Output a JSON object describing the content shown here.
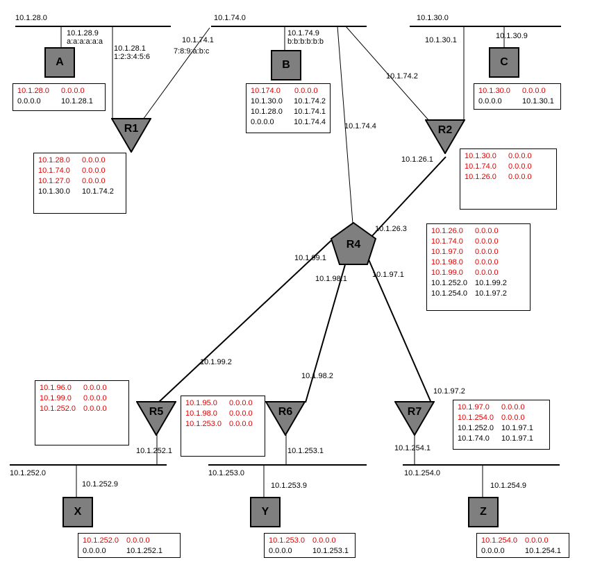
{
  "hosts": {
    "A": {
      "name": "A",
      "ip": "10.1.28.9",
      "mac": "a:a:a:a:a:a"
    },
    "B": {
      "name": "B",
      "ip": "10.1.74.9",
      "mac": "b:b:b:b:b:b"
    },
    "C": {
      "name": "C",
      "ip": "10.1.30.9"
    },
    "X": {
      "name": "X",
      "ip": "10.1.252.9"
    },
    "Y": {
      "name": "Y",
      "ip": "10.1.253.9"
    },
    "Z": {
      "name": "Z",
      "ip": "10.1.254.9"
    }
  },
  "routers": {
    "R1": {
      "name": "R1",
      "if_left": "10.1.28.1",
      "if_left_mac": "1:2:3:4:5:6",
      "if_right": "10.1.74.1",
      "if_right_mac": "7:8:9:a:b:c"
    },
    "R2": {
      "name": "R2",
      "if_top": "10.1.30.1",
      "if_b_net": "10.1.74.2",
      "if_down": "10.1.26.1"
    },
    "R4": {
      "name": "R4",
      "if_b_net": "10.1.74.4",
      "if_r2": "10.1.26.3",
      "if_r5": "10.1.99.1",
      "if_r6": "10.1.98.1",
      "if_r7": "10.1.97.1"
    },
    "R5": {
      "name": "R5",
      "if_up": "10.1.99.2",
      "if_down": "10.1.252.1"
    },
    "R6": {
      "name": "R6",
      "if_up": "10.1.98.2",
      "if_down": "10.1.253.1"
    },
    "R7": {
      "name": "R7",
      "if_up": "10.1.97.2",
      "if_down": "10.1.254.1"
    }
  },
  "networks": {
    "net28": "10.1.28.0",
    "net74": "10.1.74.0",
    "net30": "10.1.30.0",
    "net252": "10.1.252.0",
    "net253": "10.1.253.0",
    "net254": "10.1.254.0"
  },
  "tables": {
    "A": [
      [
        "10.1.28.0",
        "0.0.0.0",
        "red"
      ],
      [
        "0.0.0.0",
        "10.1.28.1",
        "black"
      ]
    ],
    "B": [
      [
        "10.174.0",
        "0.0.0.0",
        "red"
      ],
      [
        "10.1.30.0",
        "10.1.74.2",
        "black"
      ],
      [
        "10.1.28.0",
        "10.1.74.1",
        "black"
      ],
      [
        "0.0.0.0",
        "10.1.74.4",
        "black"
      ]
    ],
    "C": [
      [
        "10.1.30.0",
        "0.0.0.0",
        "red"
      ],
      [
        "0.0.0.0",
        "10.1.30.1",
        "black"
      ]
    ],
    "R1": [
      [
        "10.1.28.0",
        "0.0.0.0",
        "red"
      ],
      [
        "10.1.74.0",
        "0.0.0.0",
        "red"
      ],
      [
        "10.1.27.0",
        "0.0.0.0",
        "red"
      ],
      [
        "10.1.30.0",
        "10.1.74.2",
        "black"
      ]
    ],
    "R2": [
      [
        "10.1.30.0",
        "0.0.0.0",
        "red"
      ],
      [
        "10.1.74.0",
        "0.0.0.0",
        "red"
      ],
      [
        "10.1.26.0",
        "0.0.0.0",
        "red"
      ]
    ],
    "R4": [
      [
        "10.1.26.0",
        "0.0.0.0",
        "red"
      ],
      [
        "10.1.74.0",
        "0.0.0.0",
        "red"
      ],
      [
        "10.1.97.0",
        "0.0.0.0",
        "red"
      ],
      [
        "10.1.98.0",
        "0.0.0.0",
        "red"
      ],
      [
        "10.1.99.0",
        "0.0.0.0",
        "red"
      ],
      [
        "10.1.252.0",
        "10.1.99.2",
        "black"
      ],
      [
        "10.1.254.0",
        "10.1.97.2",
        "black"
      ]
    ],
    "R5": [
      [
        "10.1.96.0",
        "0.0.0.0",
        "red"
      ],
      [
        "10.1.99.0",
        "0.0.0.0",
        "red"
      ],
      [
        "10.1.252.0",
        "0.0.0.0",
        "red"
      ]
    ],
    "R6": [
      [
        "10.1.95.0",
        "0.0.0.0",
        "red"
      ],
      [
        "10.1.98.0",
        "0.0.0.0",
        "red"
      ],
      [
        "10.1.253.0",
        "0.0.0.0",
        "red"
      ]
    ],
    "R7": [
      [
        "10.1.97.0",
        "0.0.0.0",
        "red"
      ],
      [
        "10.1.254.0",
        "0.0.0.0",
        "red"
      ],
      [
        "10.1.252.0",
        "10.1.97.1",
        "black"
      ],
      [
        "10.1.74.0",
        "10.1.97.1",
        "black"
      ]
    ],
    "X": [
      [
        "10.1.252.0",
        "0.0.0.0",
        "red"
      ],
      [
        "0.0.0.0",
        "10.1.252.1",
        "black"
      ]
    ],
    "Y": [
      [
        "10.1.253.0",
        "0.0.0.0",
        "red"
      ],
      [
        "0.0.0.0",
        "10.1.253.1",
        "black"
      ]
    ],
    "Z": [
      [
        "10.1.254.0",
        "0.0.0.0",
        "red"
      ],
      [
        "0.0.0.0",
        "10.1.254.1",
        "black"
      ]
    ]
  },
  "colors": {
    "direct_route": "#e00000",
    "indirect_route": "#000000",
    "node_fill": "#7f7f7f"
  }
}
